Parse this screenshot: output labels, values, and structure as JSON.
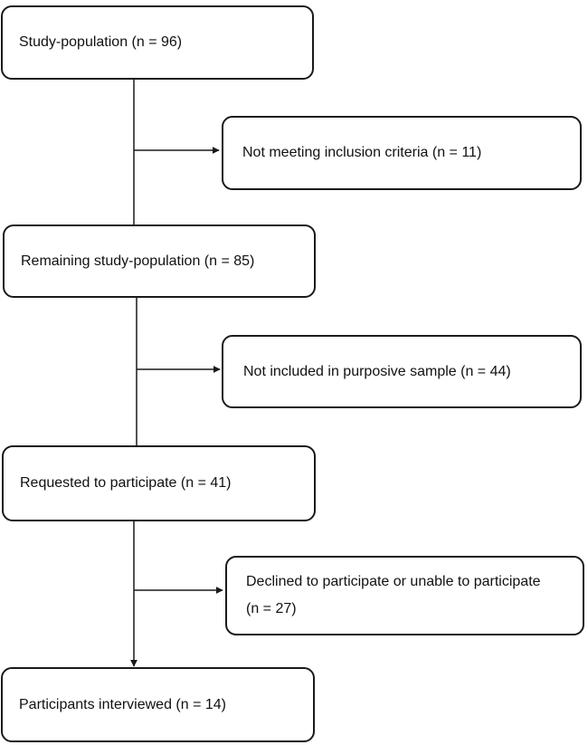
{
  "flowchart": {
    "main_steps": [
      {
        "id": "study-population",
        "label": "Study-population (n = 96)"
      },
      {
        "id": "remaining-study-population",
        "label": "Remaining study-population (n = 85)"
      },
      {
        "id": "requested-to-participate",
        "label": "Requested to participate (n = 41)"
      },
      {
        "id": "participants-interviewed",
        "label": "Participants interviewed (n = 14)"
      }
    ],
    "exclusions": [
      {
        "id": "not-meeting-inclusion-criteria",
        "label": "Not meeting inclusion criteria (n = 11)"
      },
      {
        "id": "not-included-purposive-sample",
        "label": "Not included in purposive sample (n = 44)"
      },
      {
        "id": "declined-to-participate",
        "label": "Declined to participate or unable to participate (n = 27)"
      }
    ],
    "line_color": "#1a1a1a"
  }
}
